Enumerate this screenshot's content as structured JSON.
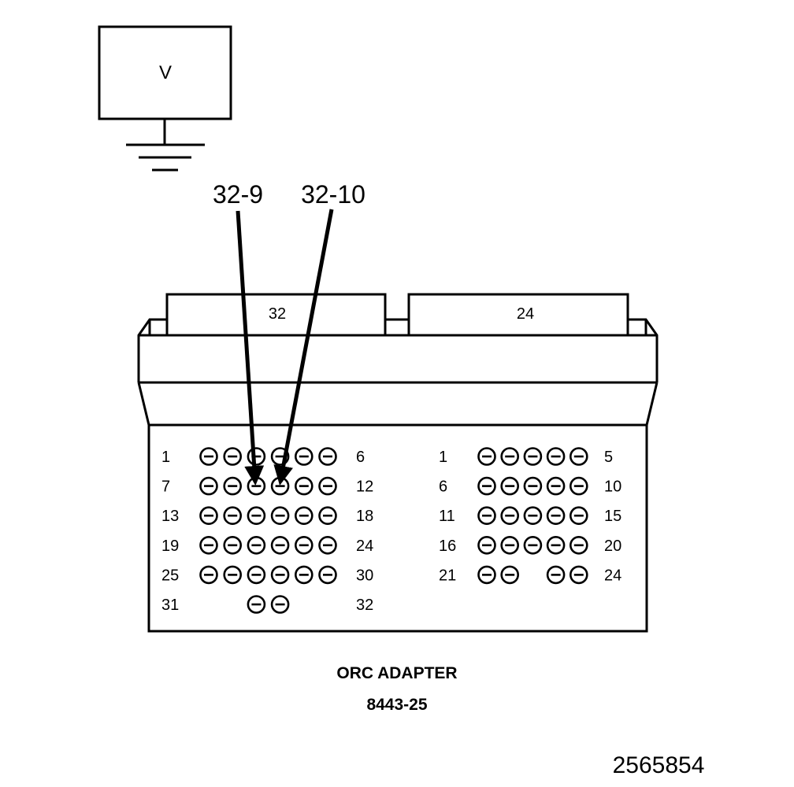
{
  "meter": {
    "label": "V"
  },
  "probes": [
    {
      "label": "32-9",
      "target_connector": "32",
      "target_pin": 9
    },
    {
      "label": "32-10",
      "target_connector": "32",
      "target_pin": 10
    }
  ],
  "connectors": [
    {
      "id": "32",
      "tab_label": "32",
      "rows": [
        {
          "start": "1",
          "end": "6",
          "pins": [
            1,
            2,
            3,
            4,
            5,
            6
          ]
        },
        {
          "start": "7",
          "end": "12",
          "pins": [
            7,
            8,
            9,
            10,
            11,
            12
          ]
        },
        {
          "start": "13",
          "end": "18",
          "pins": [
            13,
            14,
            15,
            16,
            17,
            18
          ]
        },
        {
          "start": "19",
          "end": "24",
          "pins": [
            19,
            20,
            21,
            22,
            23,
            24
          ]
        },
        {
          "start": "25",
          "end": "30",
          "pins": [
            25,
            26,
            27,
            28,
            29,
            30
          ]
        },
        {
          "start": "31",
          "end": "32",
          "pins": [
            31,
            32
          ]
        }
      ]
    },
    {
      "id": "24",
      "tab_label": "24",
      "rows": [
        {
          "start": "1",
          "end": "5",
          "pins": [
            1,
            2,
            3,
            4,
            5
          ]
        },
        {
          "start": "6",
          "end": "10",
          "pins": [
            6,
            7,
            8,
            9,
            10
          ]
        },
        {
          "start": "11",
          "end": "15",
          "pins": [
            11,
            12,
            13,
            14,
            15
          ]
        },
        {
          "start": "16",
          "end": "20",
          "pins": [
            16,
            17,
            18,
            19,
            20
          ]
        },
        {
          "start": "21",
          "end": "24",
          "pins": [
            21,
            22,
            23,
            24
          ]
        }
      ]
    }
  ],
  "caption": {
    "title": "ORC ADAPTER",
    "part_number": "8443-25"
  },
  "figure_id": "2565854"
}
